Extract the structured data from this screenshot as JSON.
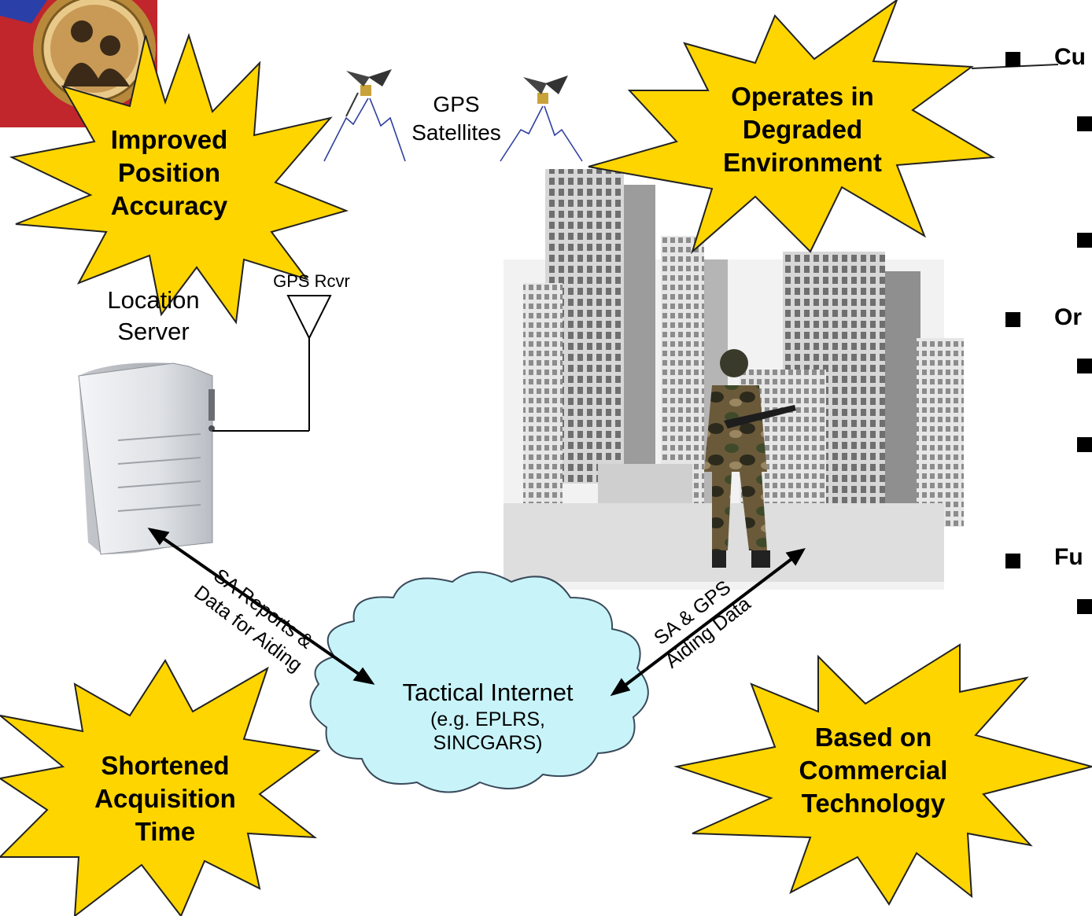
{
  "labels": {
    "gps_satellites_line1": "GPS",
    "gps_satellites_line2": "Satellites",
    "gps_receiver": "GPS Rcvr",
    "location_server_line1": "Location",
    "location_server_line2": "Server",
    "tactical_internet_line1": "Tactical Internet",
    "tactical_internet_line2": "(e.g. EPLRS,",
    "tactical_internet_line3": "SINCGARS)",
    "link_left_line1": "SA Reports &",
    "link_left_line2": "Data for Aiding",
    "link_right_line1": "SA & GPS",
    "link_right_line2": "Aiding Data"
  },
  "bursts": {
    "position_accuracy": [
      "Improved",
      "Position",
      "Accuracy"
    ],
    "degraded_environment": [
      "Operates in",
      "Degraded",
      "Environment"
    ],
    "acquisition_time": [
      "Shortened",
      "Acquisition",
      "Time"
    ],
    "commercial_technology": [
      "Based on",
      "Commercial",
      "Technology"
    ]
  },
  "bullets": {
    "item1": "Cu",
    "item2": "Or",
    "item3": "Fu"
  },
  "colors": {
    "burst_fill": "#ffd500",
    "burst_stroke": "#222222",
    "cloud_fill": "#c8f4f9",
    "emblem_red": "#c0262b",
    "emblem_gold": "#b8893a"
  },
  "icons": [
    "emblem-logo",
    "satellite-icon",
    "antenna-icon",
    "server-tower-icon",
    "city-skyline-image",
    "soldier-figure"
  ]
}
